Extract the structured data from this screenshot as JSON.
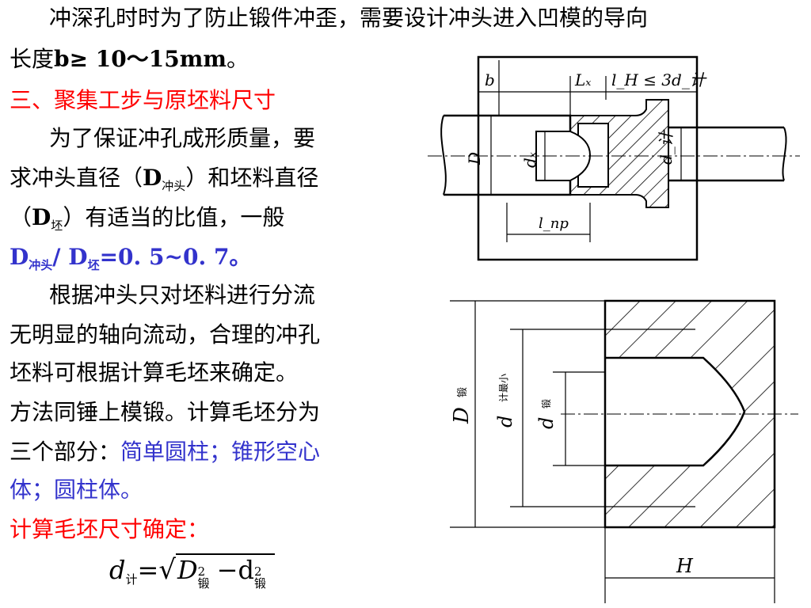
{
  "text": {
    "line1": "冲深孔时时为了防止锻件冲歪，需要设计冲头进入凹模的导向",
    "line2_a": "长度",
    "line2_b": "b≥ 10～15mm",
    "line2_c": "。",
    "heading3": "三、聚集工步与原坯料尺寸",
    "p1_l1": "为了保证冲孔成形质量，要",
    "p1_l2_a": "求冲头直径（",
    "p1_l2_d": "D",
    "p1_l2_sub": "冲头",
    "p1_l2_b": "）和坯料直径",
    "p1_l3_a": "（",
    "p1_l3_d": "D",
    "p1_l3_sub": "坯",
    "p1_l3_b": "）有适当的比值，一般",
    "ratio_d1": "D",
    "ratio_sub1": "冲头",
    "ratio_slash": "/ D",
    "ratio_sub2": "坯",
    "ratio_val": "=0. 5~0. 7",
    "ratio_end": "。",
    "p2_l1": "根据冲头只对坯料进行分流",
    "p2_l2": "无明显的轴向流动，合理的冲孔",
    "p2_l3": "坯料可根据计算毛坯来确定。",
    "p2_l4": "方法同锤上模锻。计算毛坯分为",
    "p2_l5_a": "三个部分：",
    "p2_l5_b": "简单圆柱；锥形空心",
    "p2_l6_b": "体；圆柱体。",
    "calc_heading": "计算毛坯尺寸确定：",
    "formula_d": "d",
    "formula_sub": "计",
    "formula_eq": "=",
    "formula_D": "D",
    "formula_sup1": "2",
    "formula_sub1": "锻",
    "formula_minus": "−d",
    "formula_sup2": "2",
    "formula_sub2": "锻"
  },
  "diagram1_labels": {
    "b": "b",
    "lx": "Lₓ",
    "lh": "l_H ≤ 3d_计",
    "D": "D",
    "dc": "dₓ",
    "dj": "d_计",
    "lnp": "l_np"
  },
  "diagram2_labels": {
    "D": "D",
    "Dsub": "锻",
    "djm": "d",
    "djm_sub": "计最小",
    "dd": "d",
    "dd_sub": "锻",
    "H": "H"
  },
  "colors": {
    "red": "#ff0000",
    "blue": "#3333cc",
    "text": "#000000"
  }
}
